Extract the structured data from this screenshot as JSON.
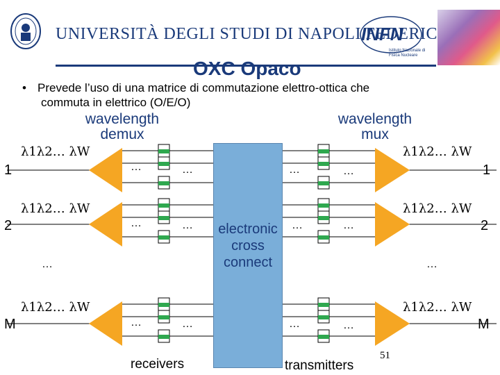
{
  "header": {
    "university": "UNIVERSITÀ DEGLI STUDI DI NAPOLI FEDERICO II",
    "infn": "INFN",
    "infn_sub": "Istituto Nazionale di Fisica Nucleare"
  },
  "slide": {
    "title": "OXC Opaco",
    "bullet_line1": "Prevede l’uso di una matrice di commutazione elettro-ottica che",
    "bullet_line2": "commuta in elettrico (O/E/O)",
    "page_number": "51"
  },
  "diagram": {
    "demux_label": "wavelength\ndemux",
    "mux_label": "wavelength\nmux",
    "cross_connect_label": "electronic\ncross\nconnect",
    "receivers_label": "receivers",
    "transmitters_label": "transmitters",
    "ellipsis": "…",
    "rows": [
      {
        "left_label": "1",
        "right_label": "1",
        "lambda": "λ1λ2… λW"
      },
      {
        "left_label": "2",
        "right_label": "2",
        "lambda": "λ1λ2… λW"
      },
      {
        "left_label": "M",
        "right_label": "M",
        "lambda": "λ1λ2… λW"
      }
    ]
  },
  "colors": {
    "triangle": "#f5a623",
    "transceiver": "#2fa84f",
    "cross_connect": "#7aaed9",
    "title": "#1a3a7a"
  }
}
